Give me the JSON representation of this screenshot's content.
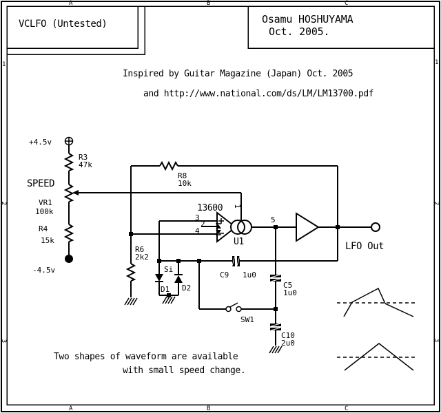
{
  "frame": {
    "cols": [
      "A",
      "B",
      "C"
    ],
    "rows": [
      "1",
      "2",
      "3"
    ]
  },
  "title_block": {
    "title": "VCLFO (Untested)"
  },
  "author_block": {
    "line1": "Osamu HOSHUYAMA",
    "line2": "Oct. 2005."
  },
  "notes": {
    "inspired_line1": "Inspired by Guitar Magazine (Japan) Oct. 2005",
    "inspired_line2": "and http://www.national.com/ds/LM/LM13700.pdf",
    "bottom_line1": "Two shapes of waveform are available",
    "bottom_line2": "with small speed change."
  },
  "net_labels": {
    "pos_supply": "+4.5v",
    "neg_supply": "-4.5v",
    "speed": "SPEED",
    "lfo_out": "LFO Out"
  },
  "components": {
    "r3": {
      "ref": "R3",
      "value": "47k"
    },
    "vr1": {
      "ref": "VR1",
      "value": "100k"
    },
    "r4": {
      "ref": "R4",
      "value": "15k"
    },
    "r8": {
      "ref": "R8",
      "value": "10k"
    },
    "r6": {
      "ref": "R6",
      "value": "2k2"
    },
    "c9": {
      "ref": "C9",
      "value": "1u0"
    },
    "c5": {
      "ref": "C5",
      "value": "1u0"
    },
    "c10": {
      "ref": "C10",
      "value": "2u0"
    },
    "d1": {
      "ref": "D1"
    },
    "d2": {
      "ref": "D2"
    },
    "diode_type": "Si",
    "sw1": {
      "ref": "SW1"
    },
    "u1": {
      "ref": "U1",
      "part": "13600",
      "pin1": "1",
      "pin2": "2",
      "pin3": "3",
      "pin4": "4",
      "pin5": "5"
    }
  },
  "colors": {
    "ink": "#000000",
    "paper": "#ffffff"
  }
}
